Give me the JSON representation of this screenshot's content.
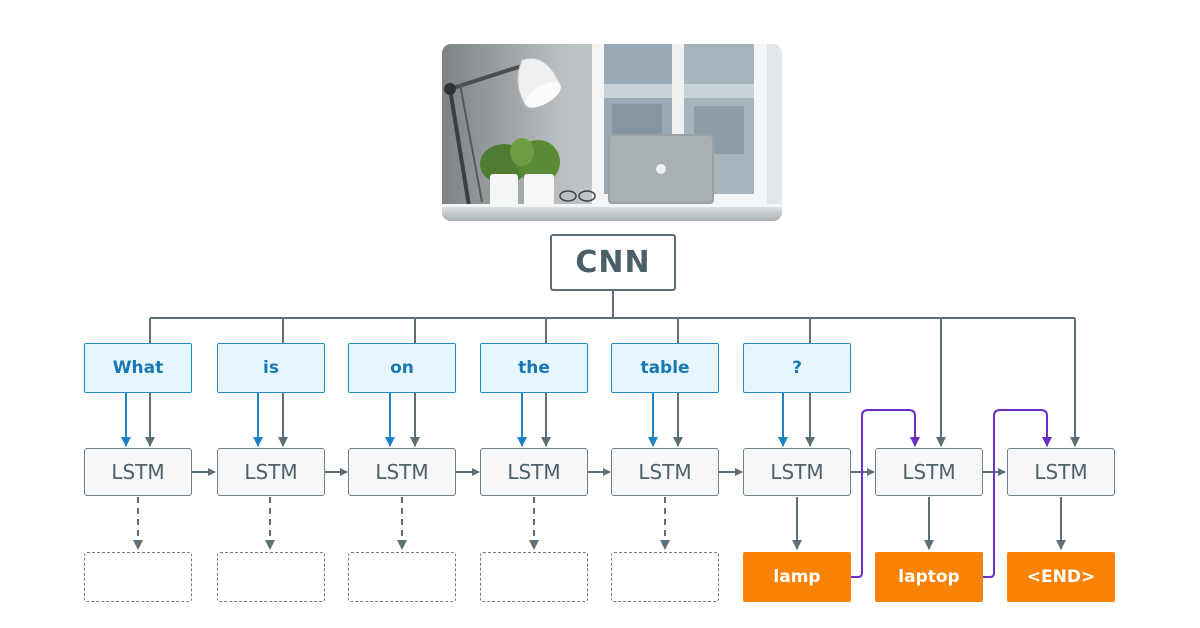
{
  "colors": {
    "connector": "#5d7079",
    "query_arrow": "#1c85c3",
    "feedback_arrow": "#6a2fc4",
    "output_fill": "#f98306"
  },
  "image": {
    "subject": "desk-lamp-plants-laptop-photo"
  },
  "encoder": {
    "label": "CNN"
  },
  "question_words": [
    "What",
    "is",
    "on",
    "the",
    "table",
    "?"
  ],
  "lstm_cells": [
    "LSTM",
    "LSTM",
    "LSTM",
    "LSTM",
    "LSTM",
    "LSTM",
    "LSTM",
    "LSTM"
  ],
  "answer_words": [
    "lamp",
    "laptop",
    "<END>"
  ]
}
